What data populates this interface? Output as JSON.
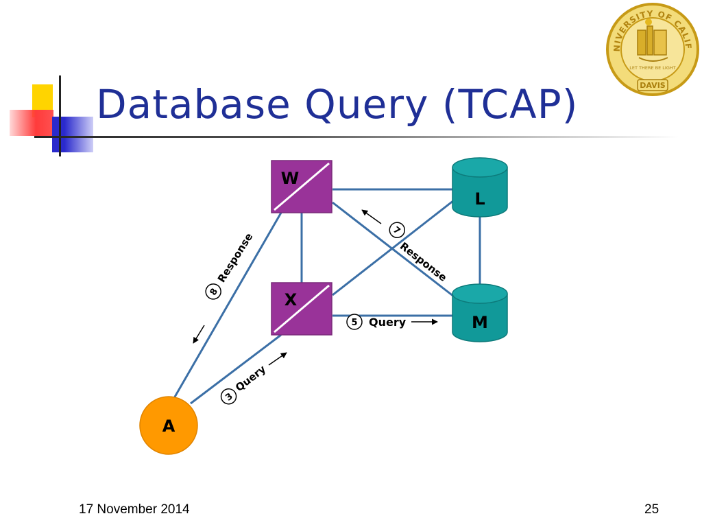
{
  "slide": {
    "title": "Database Query (TCAP)",
    "date": "17 November 2014",
    "number": "25"
  },
  "logo": {
    "text_top": "THE UNIVERSITY OF CALIFORNIA",
    "text_banner": "LET THERE BE LIGHT",
    "text_bottom": "DAVIS"
  },
  "diagram": {
    "nodes": {
      "w": "W",
      "x": "X",
      "l": "L",
      "m": "M",
      "a": "A"
    },
    "steps": {
      "query_a_x": {
        "num": "3",
        "label": "Query"
      },
      "query_x_m": {
        "num": "5",
        "label": "Query"
      },
      "response_m_w": {
        "num": "7",
        "label": "Response"
      },
      "response_w_a": {
        "num": "8",
        "label": "Response"
      }
    }
  },
  "colors": {
    "title": "#1f2f96",
    "stp": "#993399",
    "database": "#119999",
    "switch": "#ff9900",
    "link": "#3b6fa6"
  }
}
